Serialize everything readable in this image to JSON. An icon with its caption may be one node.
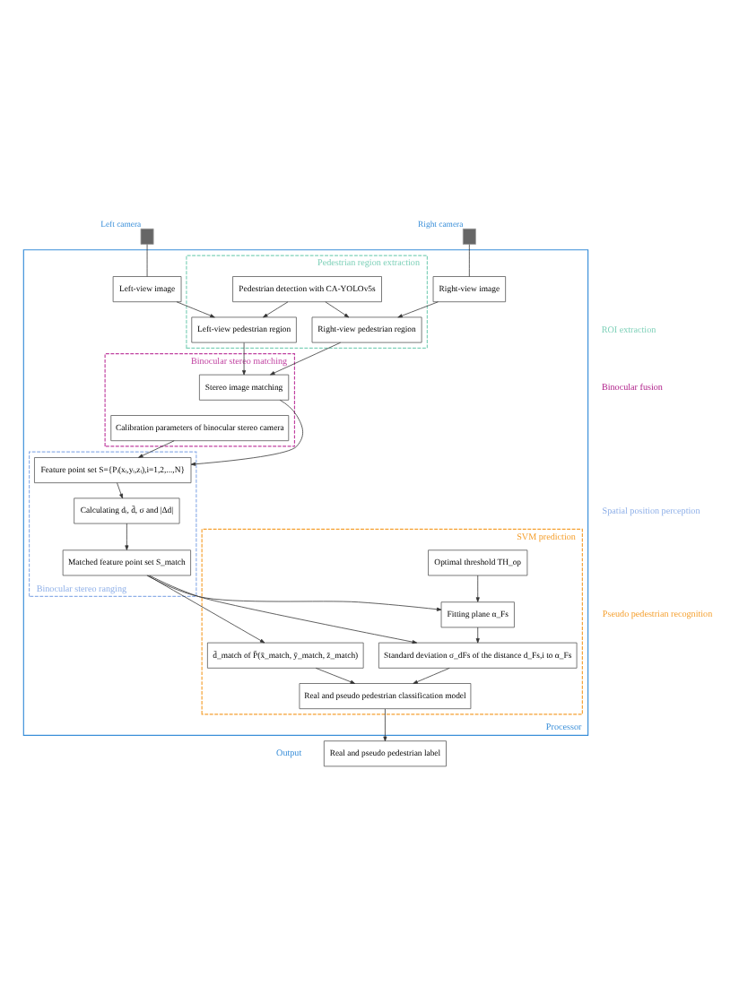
{
  "diagram": {
    "nodes": [
      {
        "text": [],
        "shape": "camera",
        "beside": [
          "Left camera"
        ]
      },
      {
        "text": [],
        "shape": "camera",
        "beside": [
          "Right camera"
        ]
      },
      {
        "text": [
          "Processor"
        ]
      },
      {
        "text": [
          "Left-view image"
        ],
        "in": 2
      },
      {
        "text": [
          "Right-view image"
        ],
        "in": 2
      },
      {
        "text": [
          "Pedestrian region extraction"
        ],
        "in": 2
      },
      {
        "text": [
          "Pedestrian detection with CA-YOLOv5s"
        ],
        "in": 5
      },
      {
        "text": [
          "Left-view pedestrian region"
        ],
        "in": 5
      },
      {
        "text": [
          "Right-view pedestrian region"
        ],
        "in": 5
      },
      {
        "text": [
          "Binocular stereo matching"
        ],
        "in": 2
      },
      {
        "text": [
          "Stereo image matching"
        ],
        "in": 9
      },
      {
        "text": [
          "Calibration parameters of binocular stereo camera"
        ],
        "in": 9
      },
      {
        "text": [
          "Binocular stereo ranging"
        ],
        "in": 2
      },
      {
        "text": [
          "Feature point set S={Pᵢ(xᵢ,yᵢ,zᵢ),i=1,2,...,N}"
        ],
        "in": 12
      },
      {
        "text": [
          "Calculating dᵢ, d̄, σ and |∆d|"
        ],
        "in": 12
      },
      {
        "text": [
          "Matched feature point set S_match"
        ],
        "in": 12
      },
      {
        "text": [
          "SVM prediction"
        ],
        "in": 2
      },
      {
        "text": [
          "d̄_match of P̄(x̄_match, ȳ_match, z̄_match)"
        ],
        "in": 16
      },
      {
        "text": [
          "Optimal threshold TH_op"
        ],
        "in": 16
      },
      {
        "text": [
          "Fitting plane α_Fs"
        ],
        "in": 16
      },
      {
        "text": [
          "Standard deviation σ_dFs of the distance d_Fs,i to α_Fs"
        ],
        "in": 16
      },
      {
        "text": [
          "Real and pseudo pedestrian classification model"
        ],
        "in": 16
      },
      {
        "text": [
          "Real and pseudo pedestrian label"
        ]
      }
    ],
    "edges": [
      {
        "from": 0,
        "to": 3,
        "arrow": "none"
      },
      {
        "from": 1,
        "to": 4,
        "arrow": "none"
      },
      {
        "from": 3,
        "to": 7,
        "arrow": "to"
      },
      {
        "from": 6,
        "to": 7,
        "arrow": "to"
      },
      {
        "from": 6,
        "to": 8,
        "arrow": "to"
      },
      {
        "from": 4,
        "to": 8,
        "arrow": "to"
      },
      {
        "from": 7,
        "to": 10,
        "arrow": "to"
      },
      {
        "from": 8,
        "to": 10,
        "arrow": "to"
      },
      {
        "from": 10,
        "to": 13,
        "arrow": "to"
      },
      {
        "from": 11,
        "to": 13,
        "arrow": "to"
      },
      {
        "from": 13,
        "to": 14,
        "arrow": "to"
      },
      {
        "from": 14,
        "to": 15,
        "arrow": "to"
      },
      {
        "from": 15,
        "to": 17,
        "arrow": "to"
      },
      {
        "from": 15,
        "to": 20,
        "arrow": "to"
      },
      {
        "from": 15,
        "to": 19,
        "arrow": "to"
      },
      {
        "from": 18,
        "to": 19,
        "arrow": "to"
      },
      {
        "from": 19,
        "to": 20,
        "arrow": "to"
      },
      {
        "from": 17,
        "to": 21,
        "arrow": "to"
      },
      {
        "from": 20,
        "to": 21,
        "arrow": "to"
      },
      {
        "from": 21,
        "to": 22,
        "arrow": "to"
      }
    ],
    "labels": [
      "ROI extraction",
      "Binocular fusion",
      "Spatial position perception",
      "Pseudo pedestrian recognition",
      "Output"
    ]
  }
}
